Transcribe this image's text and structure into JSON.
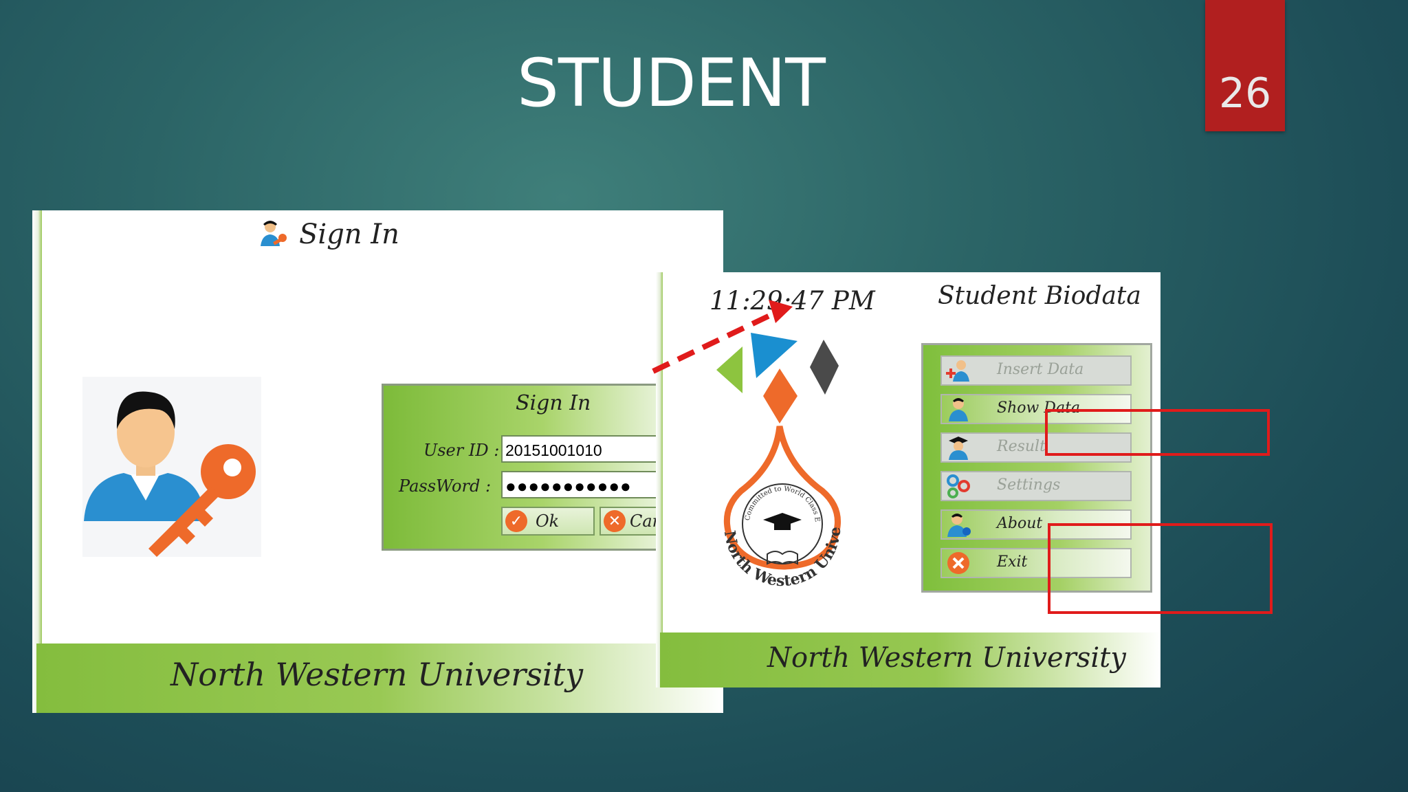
{
  "slide": {
    "title": "STUDENT",
    "page_number": "26"
  },
  "signin_screen": {
    "title": "Sign In",
    "box_title": "Sign In",
    "user_id_label": "User ID :",
    "user_id_value": "20151001010",
    "password_label": "PassWord :",
    "password_value": "●●●●●●●●●●●",
    "ok_label": "Ok",
    "cancel_label": "Can",
    "footer": "North Western University"
  },
  "biodata_screen": {
    "clock": "11:29:47 PM",
    "title": "Student Biodata",
    "logo_ring_text": "Committed to World Class Education",
    "logo_name": "North Western University",
    "menu": [
      {
        "label": "Insert Data",
        "icon": "add-user-icon",
        "state": "disabled"
      },
      {
        "label": "Show Data",
        "icon": "user-icon",
        "state": "enabled"
      },
      {
        "label": "Result",
        "icon": "graduate-icon",
        "state": "disabled"
      },
      {
        "label": "Settings",
        "icon": "gears-icon",
        "state": "disabled"
      },
      {
        "label": "About",
        "icon": "user-info-icon",
        "state": "enabled"
      },
      {
        "label": "Exit",
        "icon": "close-icon",
        "state": "enabled"
      }
    ],
    "footer": "North Western University"
  },
  "colors": {
    "background": "#1f5359",
    "accent_green": "#84bd3e",
    "page_badge": "#b11f1f",
    "arrow": "#e01b1b",
    "highlight_box": "#e01b1b"
  }
}
